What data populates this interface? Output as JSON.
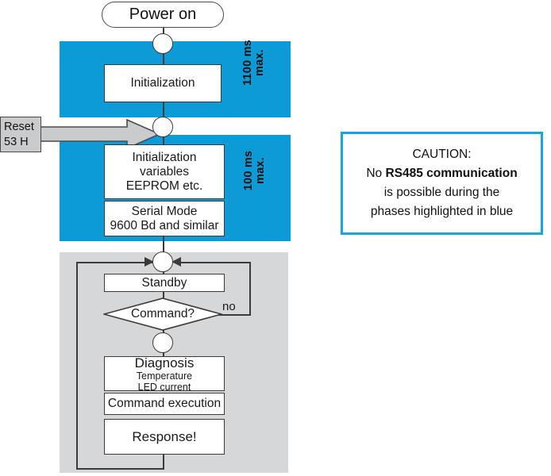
{
  "diagram": {
    "title_node": "Power on",
    "start": {
      "label": "Power on"
    },
    "phases": [
      {
        "id": "phase-initialization",
        "color": "#0d9bd7",
        "duration_lines": [
          "1100 ms",
          "max."
        ],
        "duration_text": "1100 ms max."
      },
      {
        "id": "phase-init-variables",
        "color": "#0d9bd7",
        "duration_lines": [
          "100 ms",
          "max."
        ],
        "duration_text": "100 ms max."
      },
      {
        "id": "phase-operation-loop",
        "color": "#d5d7d8",
        "duration_lines": [],
        "duration_text": ""
      }
    ],
    "nodes": {
      "initialization": {
        "label": "Initialization"
      },
      "init_variables": {
        "line1": "Initialization",
        "line2": "variables",
        "line3": "EEPROM etc."
      },
      "serial_mode": {
        "line1": "Serial Mode",
        "line2": "9600 Bd and similar"
      },
      "standby": {
        "label": "Standby"
      },
      "command_decision": {
        "label": "Command?"
      },
      "diagnosis": {
        "line1": "Diagnosis",
        "line2": "Temperature",
        "line3": "LED current"
      },
      "command_execution": {
        "label": "Command execution"
      },
      "response": {
        "label": "Response!"
      }
    },
    "edge_labels": {
      "decision_no": "no"
    },
    "reset_callout": {
      "line1": "Reset",
      "line2": "53 H"
    }
  },
  "caution": {
    "heading": "CAUTION:",
    "line2_prefix": "No ",
    "line2_bold": "RS485 communication",
    "line3": "is possible during the",
    "line4": "phases highlighted in blue",
    "border_color": "#1ba3de"
  },
  "colors": {
    "blue_phase": "#0d9bd7",
    "gray_phase": "#d5d7d8",
    "stroke": "#3b3b3b",
    "reset_fill": "#c9cbcc",
    "caution_border": "#1ba3de"
  }
}
